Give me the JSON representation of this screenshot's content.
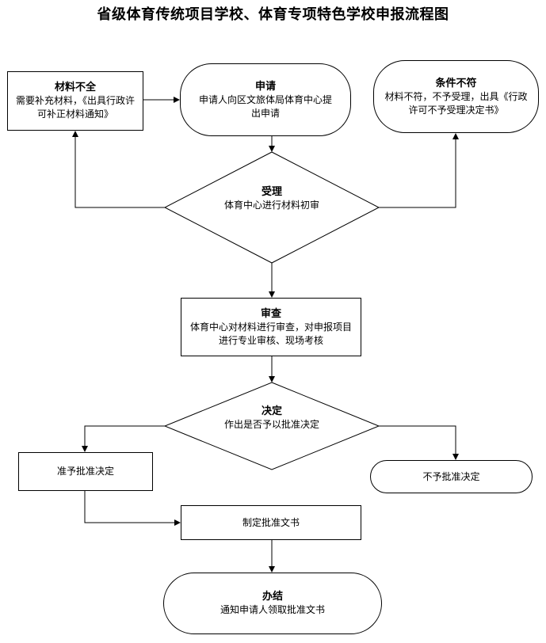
{
  "title": "省级体育传统项目学校、体育专项特色学校申报流程图",
  "nodes": {
    "incomplete": {
      "heading": "材料不全",
      "text": "需要补充材料，《出具行政许可补正材料通知》"
    },
    "apply": {
      "heading": "申请",
      "text": "申请人向区文旅体局体育中心提出申请"
    },
    "unqualified": {
      "heading": "条件不符",
      "text": "材料不符，不予受理，出具《行政许可不予受理决定书》"
    },
    "accept": {
      "heading": "受理",
      "text": "体育中心进行材料初审"
    },
    "review": {
      "heading": "审查",
      "text": "体育中心对材料进行审查，对申报项目进行专业审核、现场考核"
    },
    "decide": {
      "heading": "决定",
      "text": "作出是否予以批准决定"
    },
    "approve": {
      "text": "准予批准决定"
    },
    "reject": {
      "text": "不予批准决定"
    },
    "document": {
      "text": "制定批准文书"
    },
    "finish": {
      "heading": "办结",
      "text": "通知申请人领取批准文书"
    }
  }
}
